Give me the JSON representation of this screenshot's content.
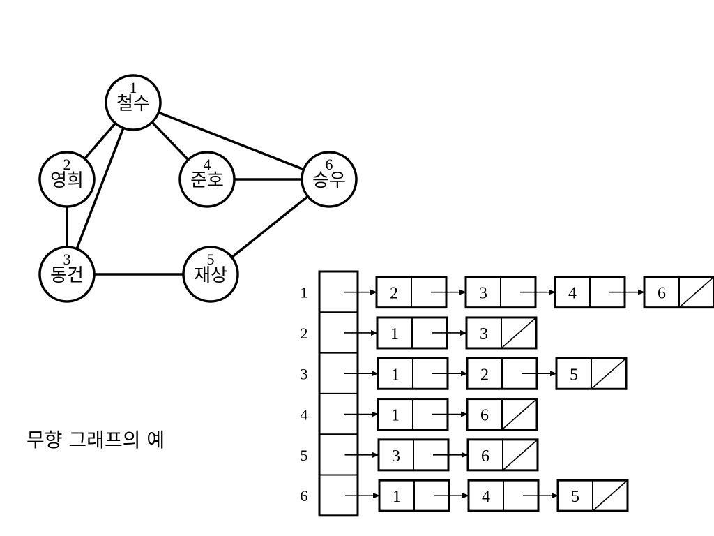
{
  "graph": {
    "nodes": [
      {
        "id": "1",
        "name": "철수"
      },
      {
        "id": "2",
        "name": "영희"
      },
      {
        "id": "3",
        "name": "동건"
      },
      {
        "id": "4",
        "name": "준호"
      },
      {
        "id": "5",
        "name": "재상"
      },
      {
        "id": "6",
        "name": "승우"
      }
    ],
    "edges": [
      [
        "1",
        "2"
      ],
      [
        "1",
        "3"
      ],
      [
        "1",
        "4"
      ],
      [
        "1",
        "6"
      ],
      [
        "2",
        "3"
      ],
      [
        "3",
        "5"
      ],
      [
        "4",
        "6"
      ],
      [
        "5",
        "6"
      ]
    ]
  },
  "adjacency_list": {
    "rows": [
      {
        "label": "1",
        "nodes": [
          "2",
          "3",
          "4",
          "6"
        ]
      },
      {
        "label": "2",
        "nodes": [
          "1",
          "3"
        ]
      },
      {
        "label": "3",
        "nodes": [
          "1",
          "2",
          "5"
        ]
      },
      {
        "label": "4",
        "nodes": [
          "1",
          "6"
        ]
      },
      {
        "label": "5",
        "nodes": [
          "3",
          "6"
        ]
      },
      {
        "label": "6",
        "nodes": [
          "1",
          "4",
          "5"
        ]
      }
    ]
  },
  "caption": "무향 그래프의 예"
}
